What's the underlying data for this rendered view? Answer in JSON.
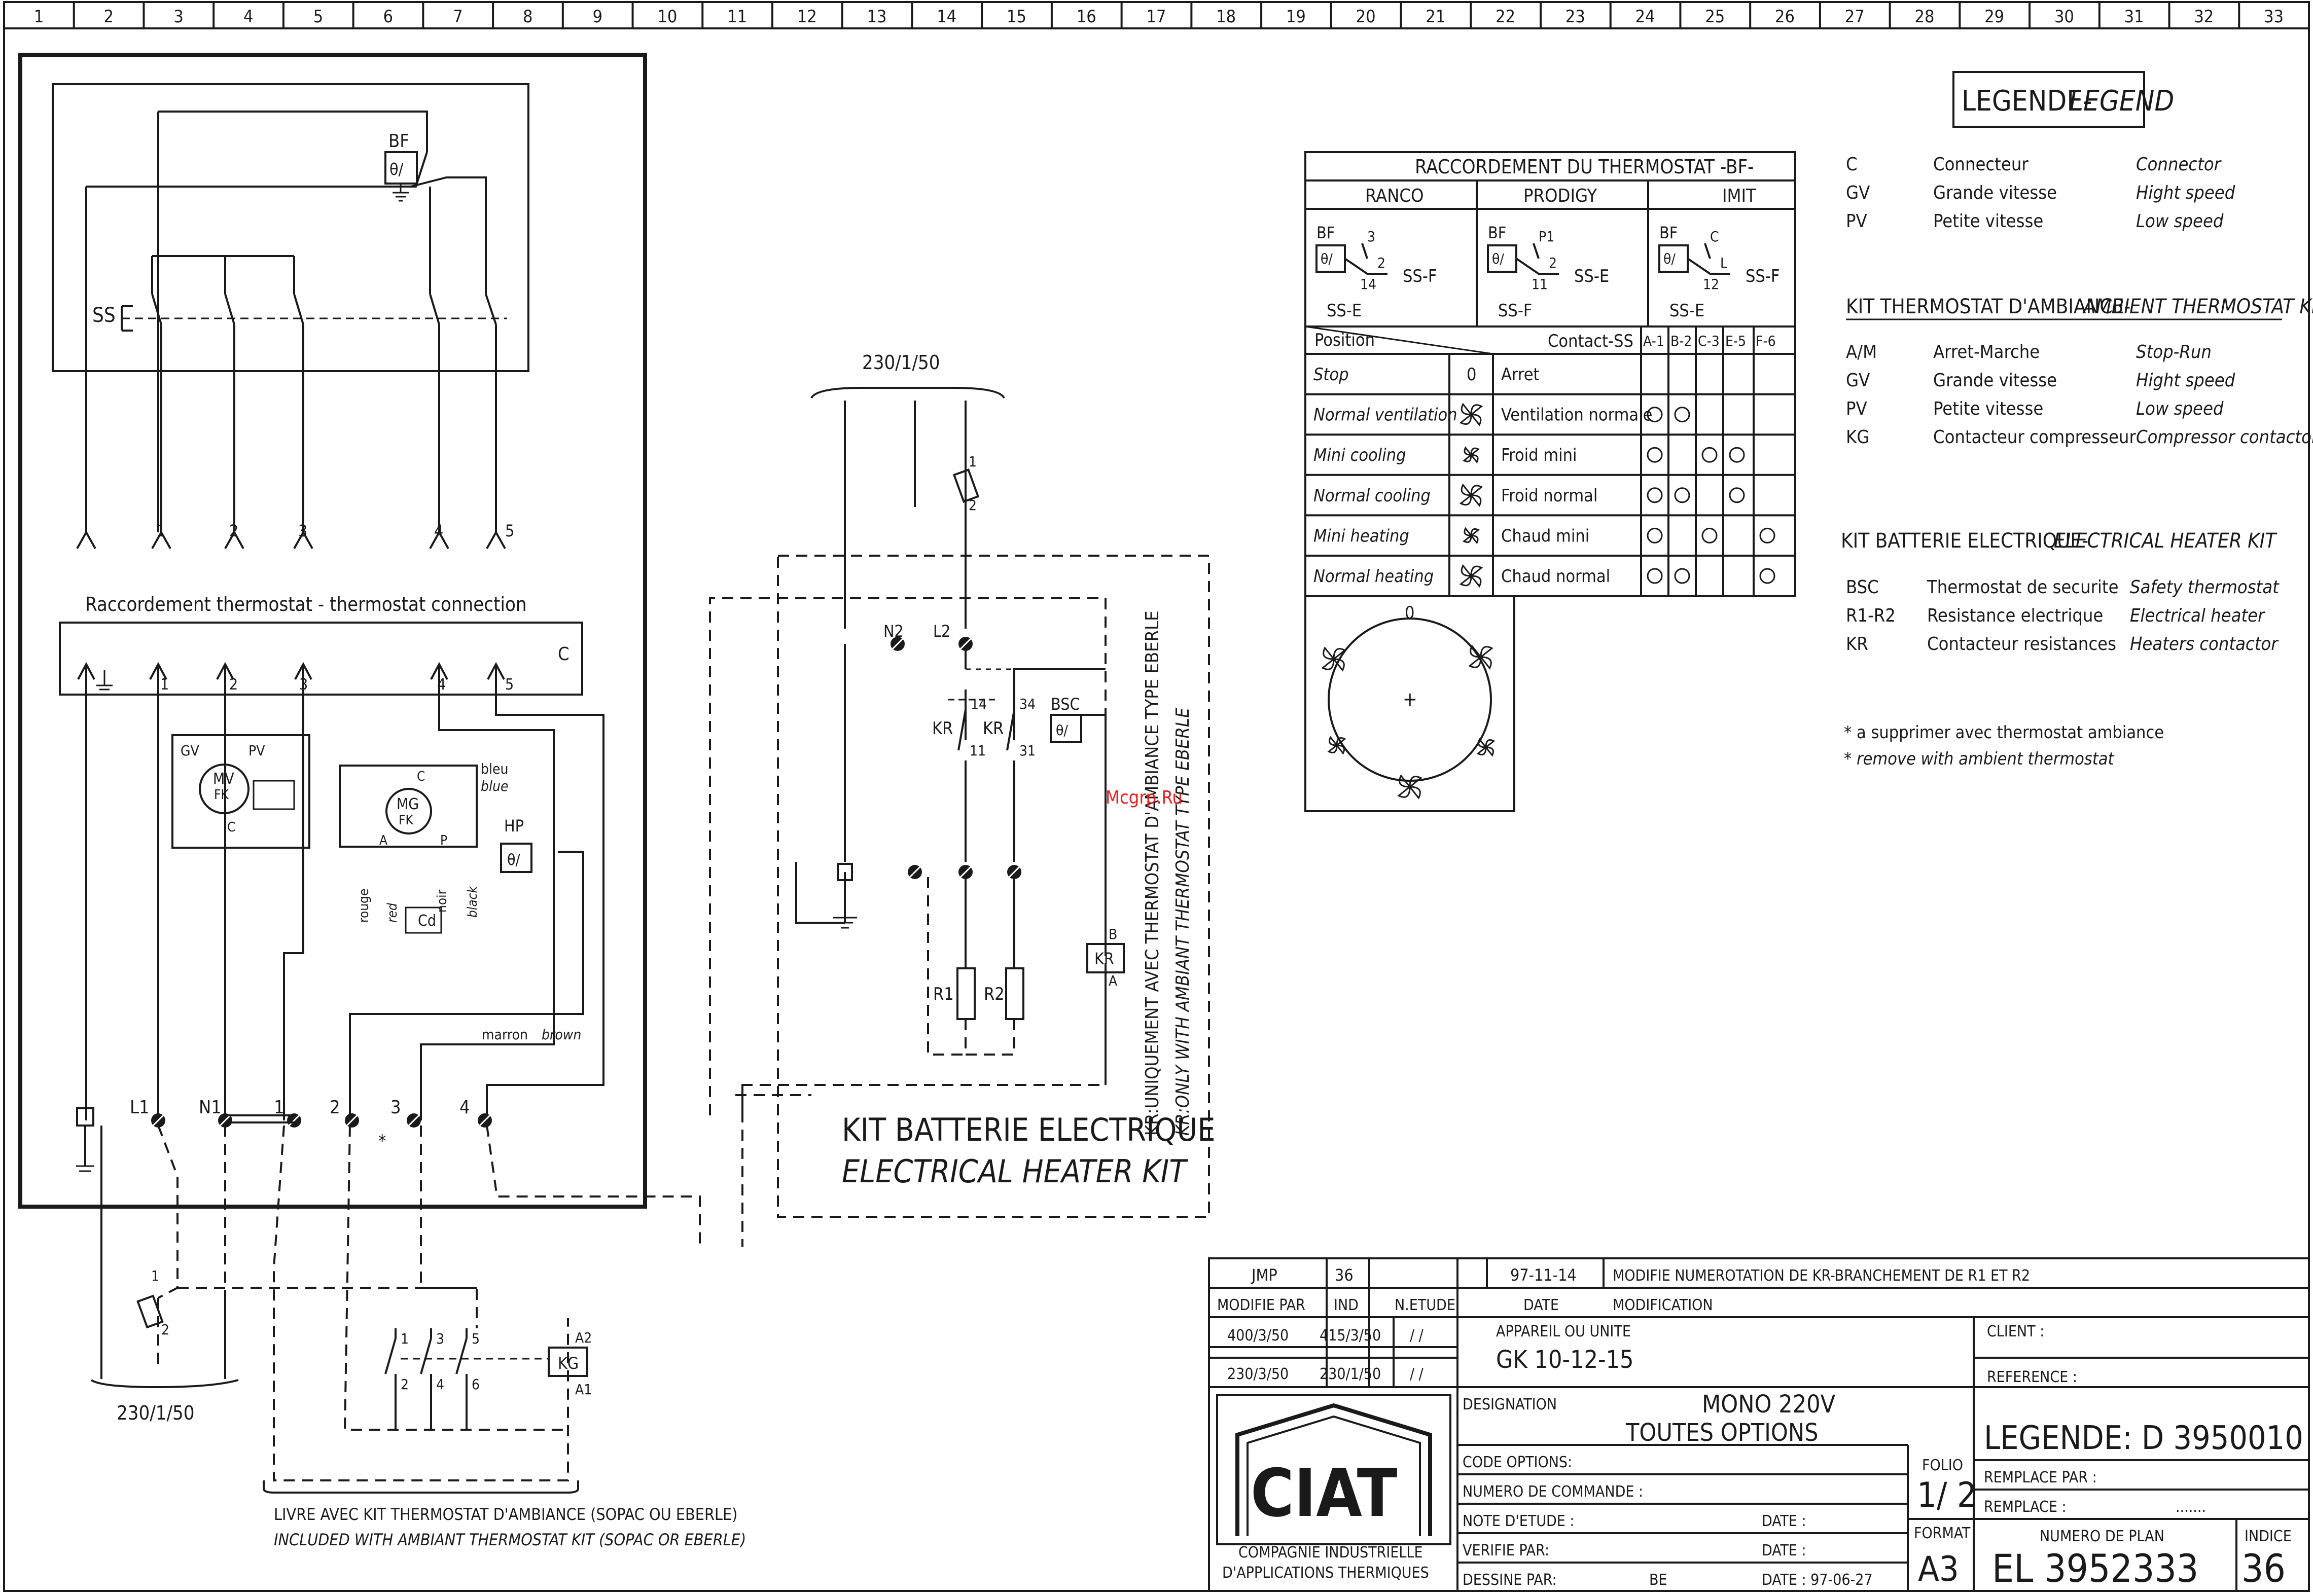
{
  "frame": {
    "columns": [
      "1",
      "2",
      "3",
      "4",
      "5",
      "6",
      "7",
      "8",
      "9",
      "10",
      "11",
      "12",
      "13",
      "14",
      "15",
      "16",
      "17",
      "18",
      "19",
      "20",
      "21",
      "22",
      "23",
      "24",
      "25",
      "26",
      "27",
      "28",
      "29",
      "30",
      "31",
      "32",
      "33"
    ]
  },
  "legend": {
    "title_fr": "LEGENDE-",
    "title_en": "LEGEND",
    "rows": [
      {
        "code": "C",
        "fr": "Connecteur",
        "en": "Connector"
      },
      {
        "code": "GV",
        "fr": "Grande vitesse",
        "en": "Hight speed"
      },
      {
        "code": "PV",
        "fr": "Petite vitesse",
        "en": "Low speed"
      }
    ],
    "ambient_title_fr": "KIT THERMOSTAT D'AMBIANCE-",
    "ambient_title_en": "AMBIENT THERMOSTAT KIT",
    "ambient_rows": [
      {
        "code": "A/M",
        "fr": "Arret-Marche",
        "en": "Stop-Run"
      },
      {
        "code": "GV",
        "fr": "Grande vitesse",
        "en": "Hight speed"
      },
      {
        "code": "PV",
        "fr": "Petite vitesse",
        "en": "Low speed"
      },
      {
        "code": "KG",
        "fr": "Contacteur compresseur",
        "en": "Compressor contactor"
      }
    ],
    "heater_title_fr": "KIT BATTERIE ELECTRIQUE-",
    "heater_title_en": "ELECTRICAL HEATER KIT",
    "heater_rows": [
      {
        "code": "BSC",
        "fr": "Thermostat de securite",
        "en": "Safety thermostat"
      },
      {
        "code": "R1-R2",
        "fr": "Resistance electrique",
        "en": "Electrical heater"
      },
      {
        "code": "KR",
        "fr": "Contacteur resistances",
        "en": "Heaters contactor"
      }
    ],
    "note_fr": "* a supprimer avec thermostat ambiance",
    "note_en": "* remove with ambient thermostat"
  },
  "thermostat_table": {
    "title": "RACCORDEMENT DU THERMOSTAT -BF-",
    "brands": [
      "RANCO",
      "PRODIGY",
      "IMIT"
    ],
    "bf": "BF",
    "sse": "SS-E",
    "ssf": "SS-F",
    "ranco_pins": [
      "3",
      "2",
      "14"
    ],
    "prodigy_pins": [
      "P1",
      "2",
      "11"
    ],
    "imit_pins": [
      "C",
      "L",
      "12"
    ],
    "position_label": "Position",
    "contact_label": "Contact-SS",
    "contact_cols": [
      "A-1",
      "B-2",
      "C-3",
      "E-5",
      "F-6"
    ],
    "rows": [
      {
        "en": "Stop",
        "sym": "0",
        "fr": "Arret",
        "marks": [
          0,
          0,
          0,
          0,
          0
        ]
      },
      {
        "en": "Normal ventilation",
        "sym": "fan",
        "fr": "Ventilation normale",
        "marks": [
          1,
          1,
          0,
          0,
          0
        ]
      },
      {
        "en": "Mini cooling",
        "sym": "fan",
        "fr": "Froid mini",
        "marks": [
          1,
          0,
          1,
          1,
          0
        ]
      },
      {
        "en": "Normal cooling",
        "sym": "fan",
        "fr": "Froid normal",
        "marks": [
          1,
          1,
          0,
          1,
          0
        ]
      },
      {
        "en": "Mini heating",
        "sym": "fan",
        "fr": "Chaud mini",
        "marks": [
          1,
          0,
          1,
          0,
          1
        ]
      },
      {
        "en": "Normal heating",
        "sym": "fan",
        "fr": "Chaud normal",
        "marks": [
          1,
          1,
          0,
          0,
          1
        ]
      }
    ],
    "dial_zero": "0",
    "dial_center": "+"
  },
  "diagram": {
    "ss": "SS",
    "bf": "BF",
    "theta": "θ/",
    "terminals_top": [
      "1",
      "2",
      "3",
      "4",
      "5"
    ],
    "connection_title": "Raccordement thermostat - thermostat connection",
    "connector_c": "C",
    "gv": "GV",
    "pv": "PV",
    "mv": "MV",
    "mg": "MG",
    "fk": "FK",
    "c": "C",
    "a": "A",
    "p": "P",
    "bleu": "bleu",
    "blue": "blue",
    "hp": "HP",
    "rouge": "rouge",
    "red": "red",
    "noir": "noir",
    "black": "black",
    "cd": "Cd",
    "marron": "marron",
    "brown": "brown",
    "bottom_terms": [
      "L1",
      "N1",
      "1",
      "2",
      "3",
      "4"
    ],
    "star": "*",
    "supply": "230/1/50",
    "fuse_labels": [
      "1",
      "2"
    ],
    "kg": "KG",
    "a1": "A1",
    "a2": "A2",
    "kg_contacts_top": [
      "1",
      "3",
      "5"
    ],
    "kg_contacts_bottom": [
      "2",
      "4",
      "6"
    ],
    "delivered_fr": "LIVRE AVEC KIT THERMOSTAT D'AMBIANCE (SOPAC OU EBERLE)",
    "delivered_en": "INCLUDED WITH AMBIANT THERMOSTAT KIT (SOPAC OR EBERLE)"
  },
  "heater_kit": {
    "supply": "230/1/50",
    "fuse": [
      "1",
      "2"
    ],
    "n2": "N2",
    "l2": "L2",
    "kr": "KR",
    "kr_pins": [
      "14",
      "11",
      "34",
      "31"
    ],
    "bsc": "BSC",
    "r1": "R1",
    "r2": "R2",
    "b": "B",
    "a": "A",
    "title_fr": "KIT BATTERIE ELECTRIQUE",
    "title_en": "ELECTRICAL HEATER KIT",
    "vertical_fr": "KR:UNIQUEMENT AVEC THERMOSTAT D'AMBIANCE TYPE EBERLE",
    "vertical_en": "KR:ONLY WITH AMBIANT THERMOSTAT TYPE EBERLE"
  },
  "watermark": "Mcgrp.Ru",
  "title_block": {
    "rev_by": "JMP",
    "rev_ind": "36",
    "rev_date": "97-11-14",
    "rev_text": "MODIFIE NUMEROTATION DE KR-BRANCHEMENT DE R1 ET R2",
    "h_modifie_par": "MODIFIE PAR",
    "h_ind": "IND",
    "h_netude": "N.ETUDE",
    "h_date": "DATE",
    "h_modification": "MODIFICATION",
    "volt1": "400/3/50",
    "volt2": "415/3/50",
    "volt3": "230/3/50",
    "volt4": "230/1/50",
    "slash": "/ /",
    "appareil_label": "APPAREIL OU UNITE",
    "appareil": "GK 10-12-15",
    "client_label": "CLIENT :",
    "reference_label": "REFERENCE :",
    "designation_label": "DESIGNATION",
    "designation_1": "MONO 220V",
    "designation_2": "TOUTES OPTIONS",
    "legend_ref": "LEGENDE: D 3950010",
    "code_options": "CODE OPTIONS:",
    "numero_commande": "NUMERO DE COMMANDE :",
    "note_etude": "NOTE D'ETUDE :",
    "verifie": "VERIFIE PAR:",
    "dessine": "DESSINE PAR:",
    "dessine_val": "BE",
    "date_label": "DATE :",
    "date_val": "DATE : 97-06-27",
    "folio_label": "FOLIO",
    "folio": "1/ 2",
    "format_label": "FORMAT",
    "format": "A3",
    "remplace_par": "REMPLACE PAR :",
    "remplace": "REMPLACE :",
    "dots": ".......",
    "numero_plan_label": "NUMERO DE PLAN",
    "numero_plan": "EL 3952333",
    "indice_label": "INDICE",
    "indice": "36",
    "logo": "CIAT",
    "company_1": "COMPAGNIE INDUSTRIELLE",
    "company_2": "D'APPLICATIONS THERMIQUES"
  }
}
